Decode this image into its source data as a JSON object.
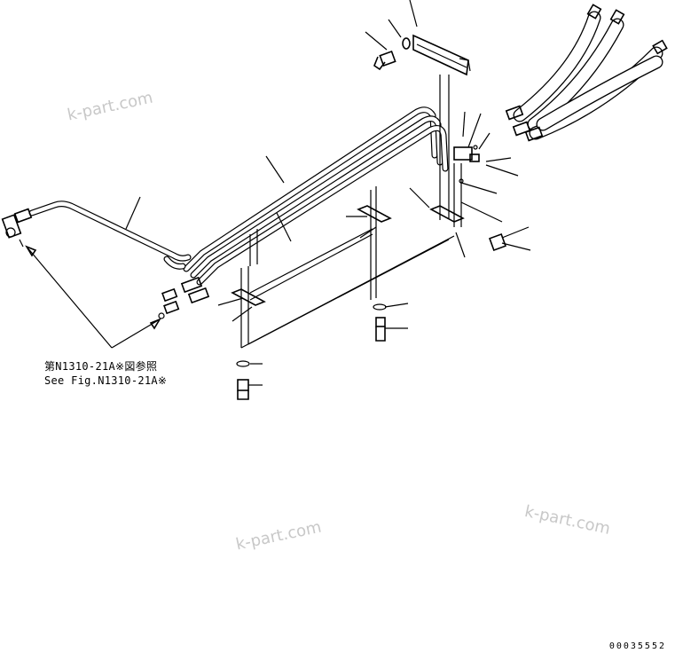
{
  "reference": {
    "line_jp": "第N1310-21A※図参照",
    "line_en": "See Fig.N1310-21A※"
  },
  "watermarks": [
    "k-part.com",
    "k-part.com",
    "k-part.com"
  ],
  "drawing_code": "00035552"
}
